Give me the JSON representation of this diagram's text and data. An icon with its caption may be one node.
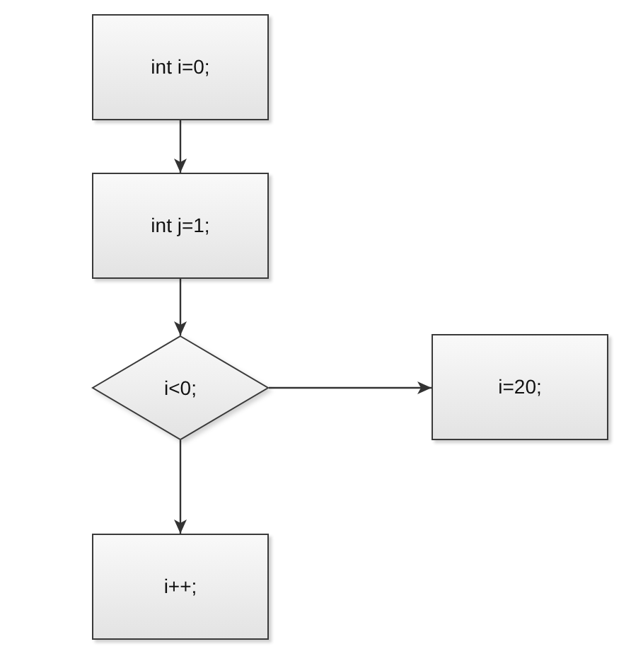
{
  "diagram": {
    "nodes": [
      {
        "text": [
          "int i=0;"
        ]
      },
      {
        "text": [
          "int j=1;"
        ]
      },
      {
        "text": [
          "i<0;"
        ]
      },
      {
        "text": [
          "i=20;"
        ]
      },
      {
        "text": [
          "i++;"
        ]
      }
    ],
    "edges": [
      {
        "from": 0,
        "to": 1,
        "arrow": "to"
      },
      {
        "from": 1,
        "to": 2,
        "arrow": "to"
      },
      {
        "from": 2,
        "to": 3,
        "arrow": "to"
      },
      {
        "from": 2,
        "to": 4,
        "arrow": "to"
      }
    ]
  }
}
